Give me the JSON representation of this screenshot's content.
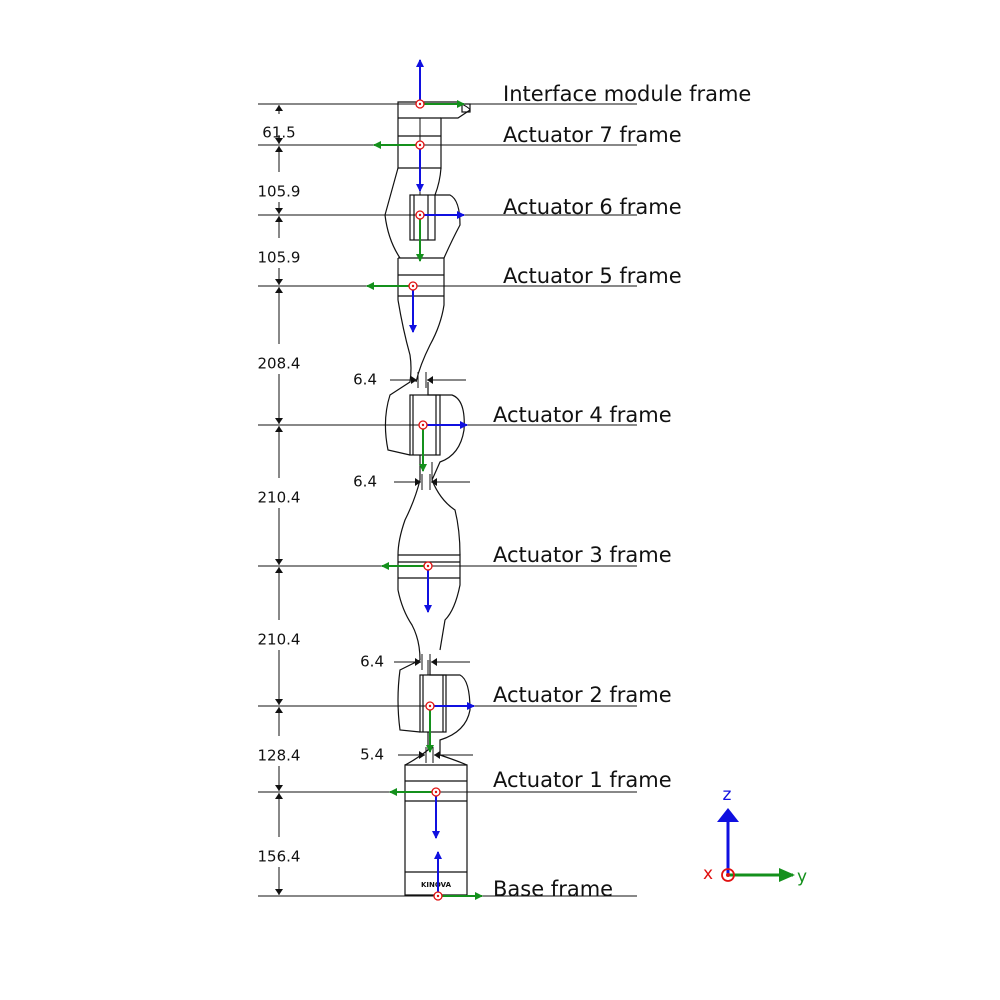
{
  "frames": [
    {
      "label": "Interface module frame",
      "pose": "up-right"
    },
    {
      "label": "Actuator 7 frame",
      "pose": "down-left"
    },
    {
      "label": "Actuator 6 frame",
      "pose": "down-right"
    },
    {
      "label": "Actuator 5 frame",
      "pose": "down-left"
    },
    {
      "label": "Actuator 4 frame",
      "pose": "down-right"
    },
    {
      "label": "Actuator 3 frame",
      "pose": "down-left"
    },
    {
      "label": "Actuator 2 frame",
      "pose": "down-right"
    },
    {
      "label": "Actuator 1 frame",
      "pose": "down-left"
    },
    {
      "label": "Base frame",
      "pose": "up-right"
    }
  ],
  "heights": [
    "61.5",
    "105.9",
    "105.9",
    "208.4",
    "210.4",
    "210.4",
    "128.4",
    "156.4"
  ],
  "offsets": [
    "6.4",
    "6.4",
    "6.4",
    "5.4"
  ],
  "legend": {
    "z": "z",
    "x": "x",
    "y": "y"
  },
  "logo_text": "KINOVA",
  "colors": {
    "z_axis": "#1010e0",
    "y_axis": "#14901c",
    "x_axis": "#e01010",
    "line": "#111111"
  }
}
